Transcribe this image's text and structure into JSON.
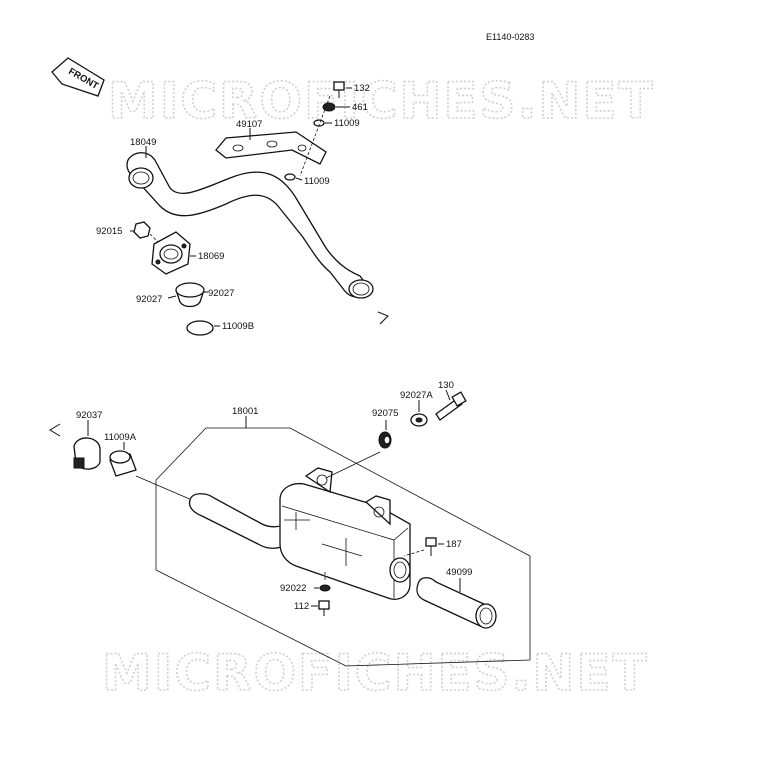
{
  "diagram_code": "E1140-0283",
  "front_label": "FRONT",
  "watermark": "MICROFICHES.NET",
  "parts": {
    "p132": "132",
    "p461": "461",
    "p11009_a": "11009",
    "p49107": "49107",
    "p18049": "18049",
    "p11009_b": "11009",
    "p92015": "92015",
    "p18069": "18069",
    "p92027_l": "92027",
    "p92027_r": "92027",
    "p11009B": "11009B",
    "p92037": "92037",
    "p11009A": "11009A",
    "p18001": "18001",
    "p92075": "92075",
    "p92027A": "92027A",
    "p130": "130",
    "p187": "187",
    "p49099": "49099",
    "p92022": "92022",
    "p112": "112"
  }
}
